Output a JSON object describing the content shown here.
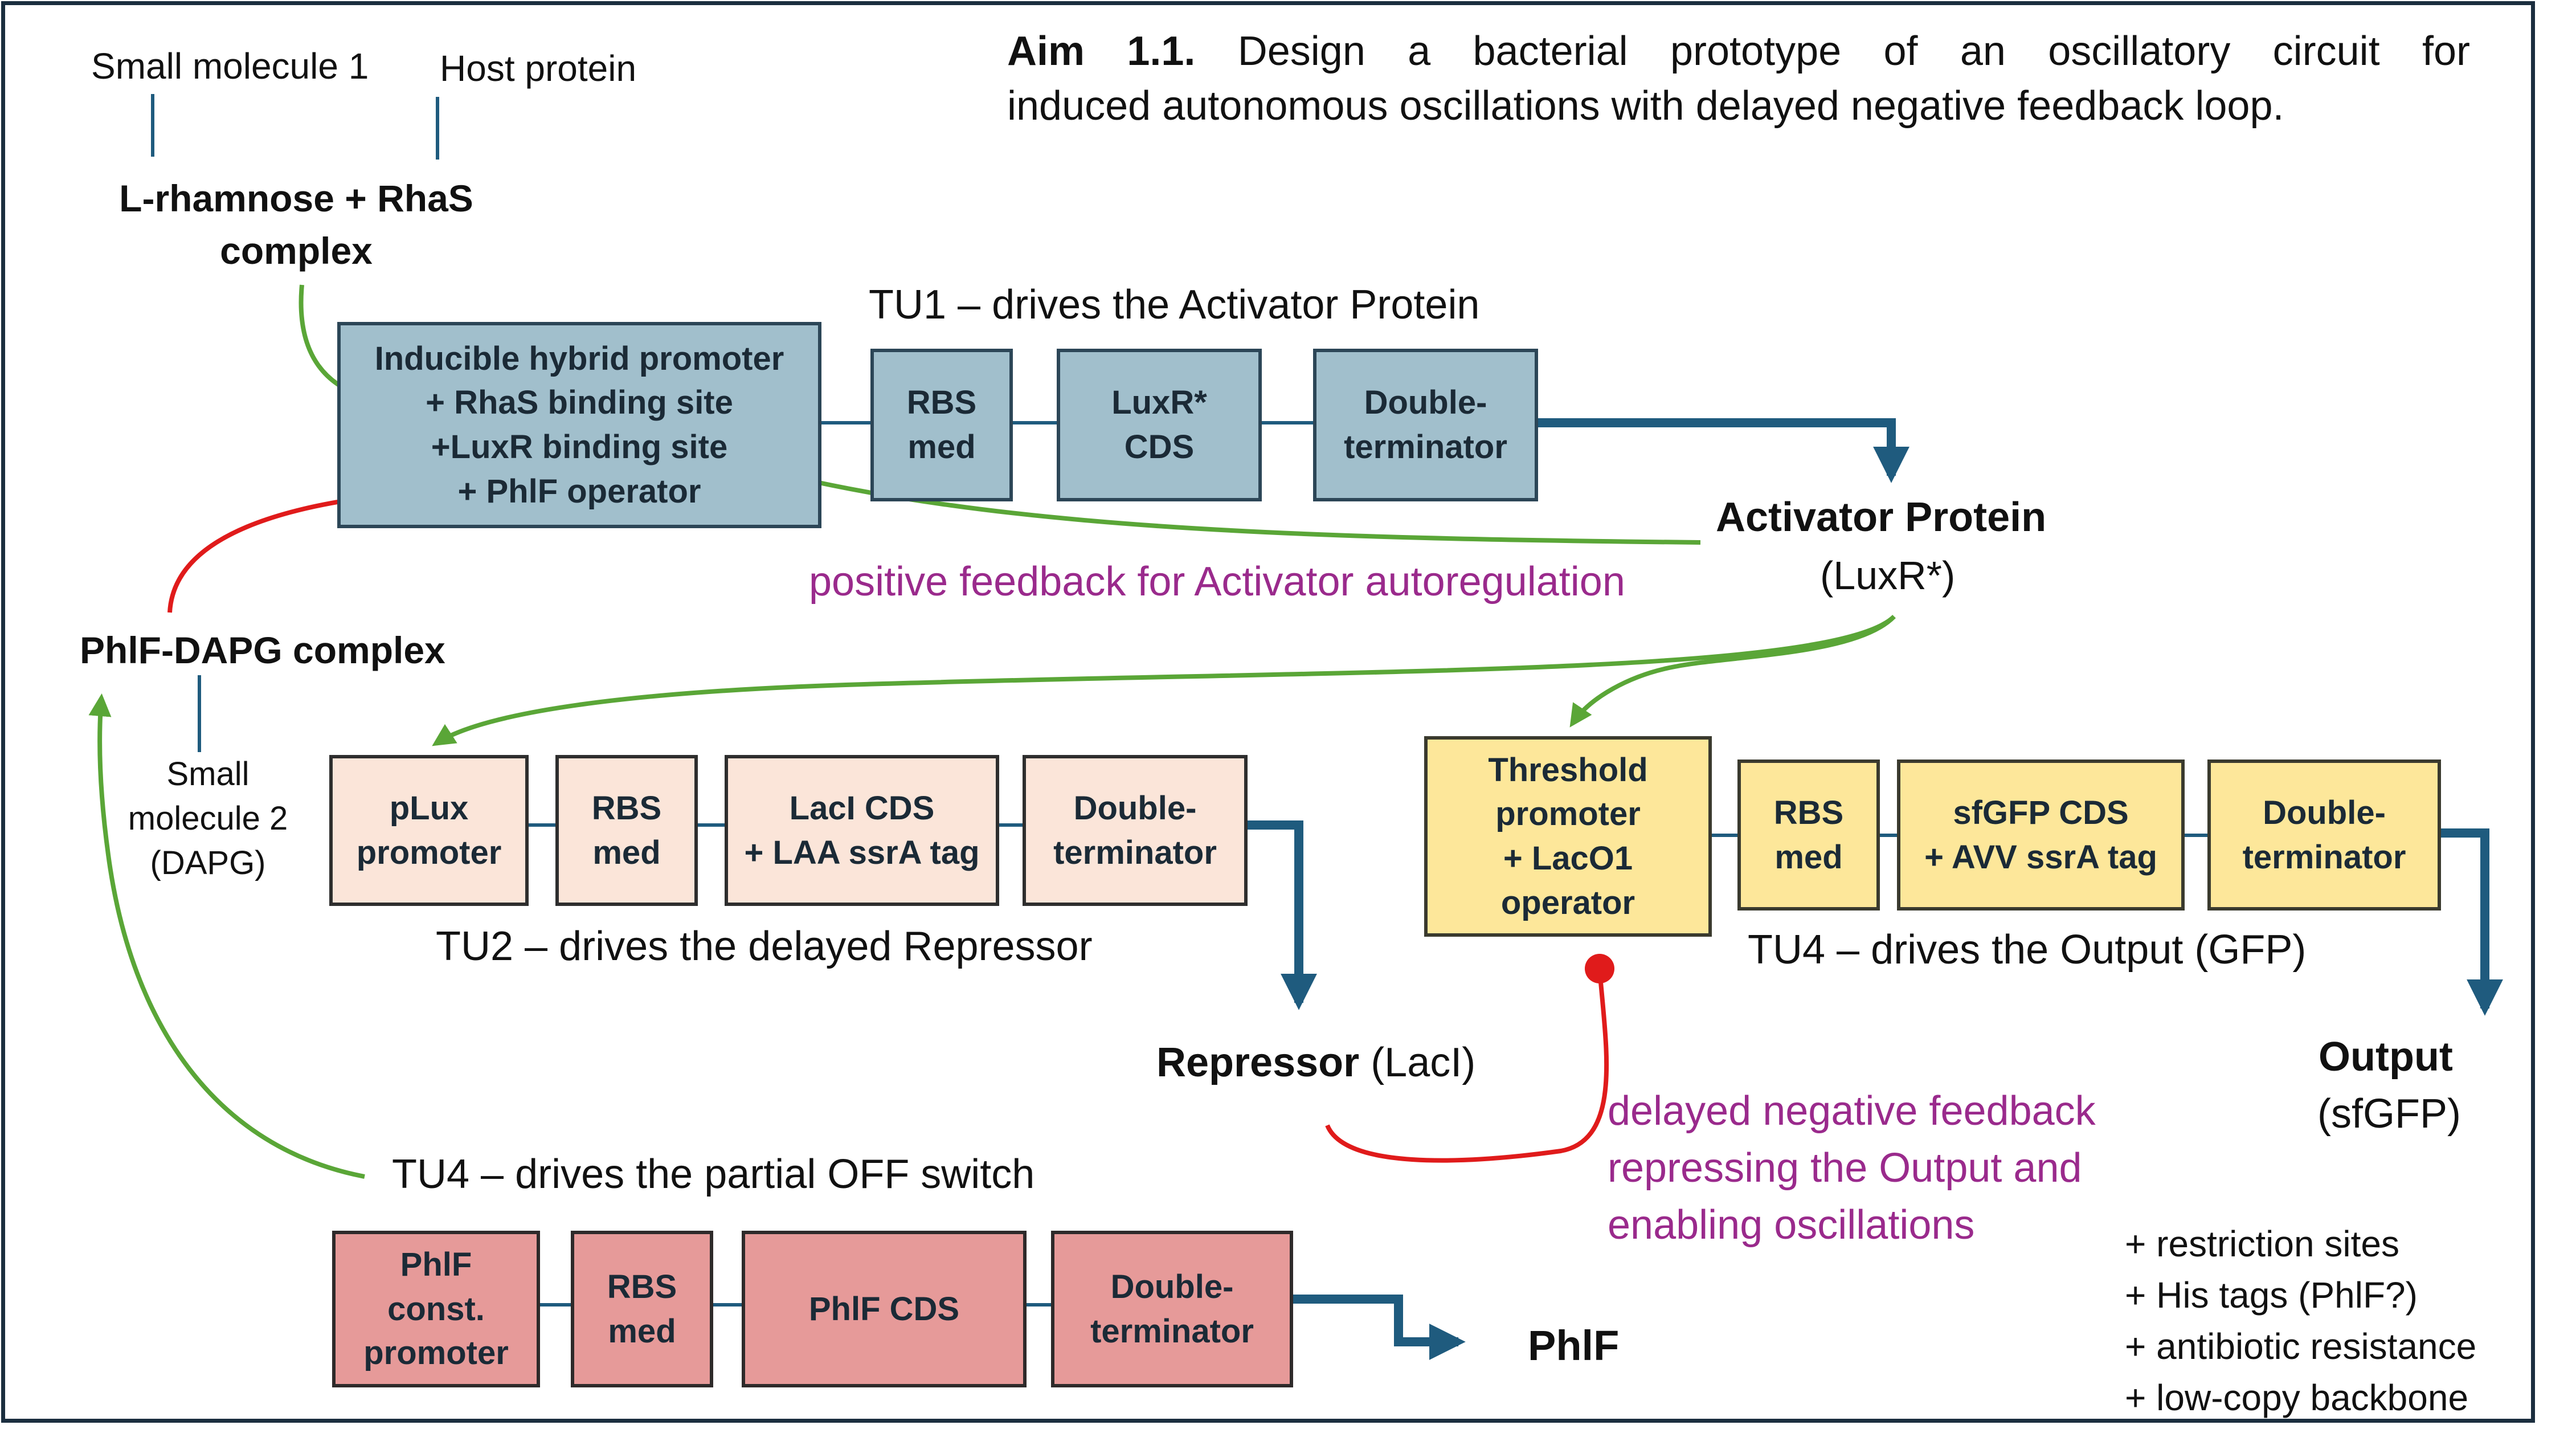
{
  "aim": {
    "title": "Aim 1.1.",
    "line1": "Design a bacterial prototype of an oscillatory circuit for",
    "line2": "induced autonomous oscillations with delayed negative feedback loop."
  },
  "inputs": {
    "small_molecule_1": "Small molecule 1",
    "host_protein": "Host protein",
    "rhamnose_complex": "L-rhamnose + RhaS\ncomplex",
    "phlf_dapg_complex": "PhlF-DAPG complex",
    "small_molecule_2": "Small\nmolecule 2\n(DAPG)"
  },
  "tu1": {
    "caption": "TU1 – drives the Activator Protein",
    "promoter": "Inducible hybrid promoter\n+ RhaS binding site\n+LuxR binding site\n+ PhlF operator",
    "rbs": "RBS\nmed",
    "cds": "LuxR*\nCDS",
    "terminator": "Double-\nterminator"
  },
  "activator": {
    "name": "Activator Protein",
    "id": "(LuxR*)"
  },
  "positive_feedback": "positive feedback for Activator autoregulation",
  "tu2": {
    "caption": "TU2 – drives the delayed Repressor",
    "promoter": "pLux\npromoter",
    "rbs": "RBS\nmed",
    "cds": "LacI CDS\n+ LAA ssrA tag",
    "terminator": "Double-\nterminator"
  },
  "repressor": {
    "name": "Repressor",
    "id": "(LacI)"
  },
  "tu3": {
    "caption": "TU4 – drives the Output (GFP)",
    "promoter": "Threshold\npromoter\n+ LacO1\noperator",
    "rbs": "RBS\nmed",
    "cds": "sfGFP CDS\n+ AVV ssrA tag",
    "terminator": "Double-\nterminator"
  },
  "output": {
    "name": "Output",
    "id": "(sfGFP)"
  },
  "negative_feedback": "delayed negative feedback\nrepressing the Output and\nenabling oscillations",
  "tu4": {
    "caption": "TU4 – drives the partial OFF switch",
    "promoter": "PhlF\nconst.\npromoter",
    "rbs": "RBS\nmed",
    "cds": "PhlF CDS",
    "terminator": "Double-\nterminator",
    "product": "PhlF"
  },
  "notes": "+ restriction sites\n+ His tags (PhlF?)\n+ antibiotic resistance\n+ low-copy backbone",
  "colors": {
    "tu1": "#a1bfcc",
    "tu2": "#fbe5d9",
    "tu3": "#fde79a",
    "tu4": "#e69a99",
    "activation": "#5aa637",
    "repression": "#e01b1b",
    "transcript": "#1f5b7e",
    "feedback_text": "#9a2a8c"
  }
}
